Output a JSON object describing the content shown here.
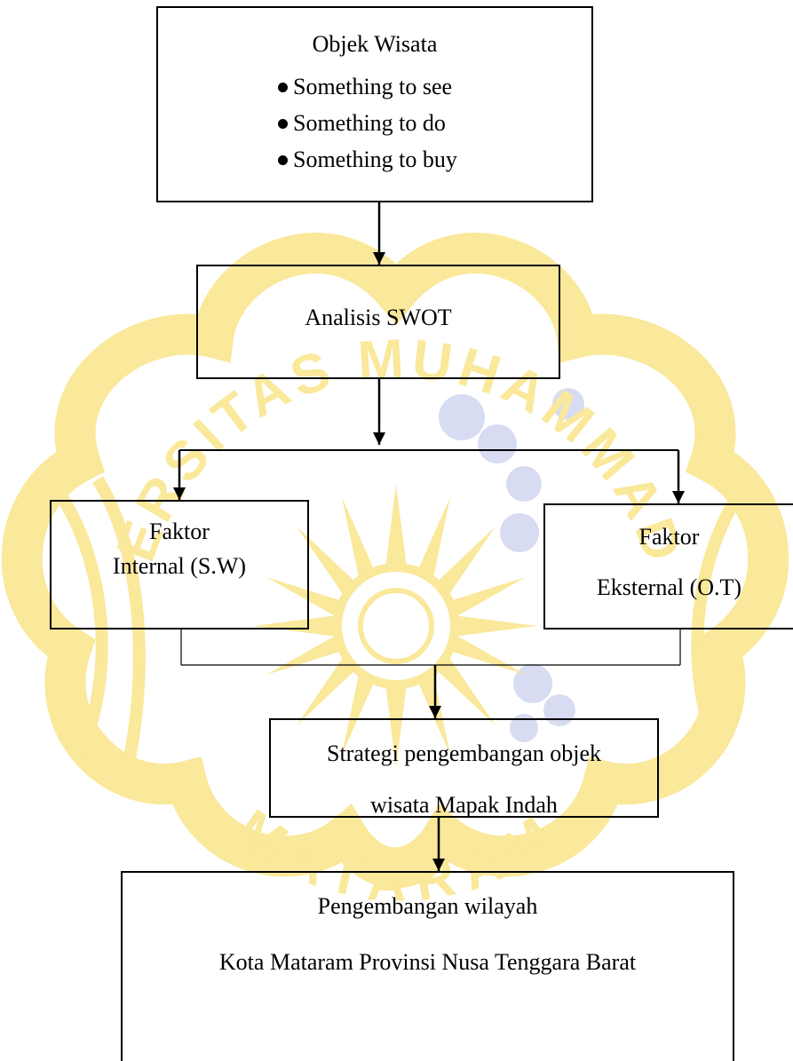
{
  "watermark": {
    "ring_text_top": "UNIVERSITAS MUHAMMADIYAH",
    "ring_text_bottom": "MATARAM",
    "accent_color": "#F6D64A",
    "secondary_color": "#B9C0E8"
  },
  "nodes": {
    "objek_wisata": {
      "title": "Objek Wisata",
      "bullets": [
        "Something to see",
        "Something to do",
        "Something to buy"
      ]
    },
    "swot": {
      "label": "Analisis SWOT"
    },
    "internal": {
      "line1": "Faktor",
      "line2": "Internal (S.W)"
    },
    "external": {
      "line1": "Faktor",
      "line2": "Eksternal (O.T)"
    },
    "strategi": {
      "line1": "Strategi pengembangan objek",
      "line2": "wisata Mapak Indah"
    },
    "pengembangan": {
      "line1": "Pengembangan wilayah",
      "line2": "Kota Mataram Provinsi Nusa Tenggara Barat"
    }
  }
}
